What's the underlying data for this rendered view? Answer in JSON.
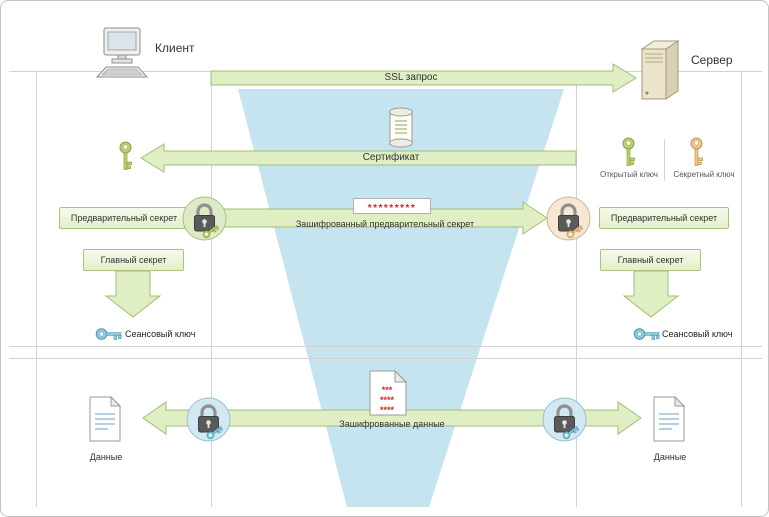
{
  "diagram": {
    "client_label": "Клиент",
    "server_label": "Сервер",
    "arrows": {
      "ssl_request": "SSL запрос",
      "certificate": "Сертификат",
      "encrypted_premaster": "Зашифрованный предварительный секрет",
      "encrypted_data": "Зашифрованные данные"
    },
    "key_labels": {
      "public_key": "Открытый ключ",
      "secret_key": "Секретный ключ",
      "session_key_left": "Сеансовый ключ",
      "session_key_right": "Сеансовый ключ"
    },
    "boxes": {
      "premaster_left": "Предварительный секрет",
      "premaster_right": "Предварительный секрет",
      "master_left": "Главный секрет",
      "master_right": "Главный секрет"
    },
    "cipher": {
      "premaster_stars": "*********",
      "doc_line1": "***",
      "doc_line2": "****",
      "doc_line3": "****"
    },
    "documents": {
      "data_left": "Данные",
      "data_right": "Данные"
    }
  },
  "colors": {
    "arrow_fill": "#dfeec3",
    "arrow_stroke": "#a2bd74",
    "funnel_fill": "#c5e4f0",
    "box_fill": "#ebf4d8",
    "box_stroke": "#abc47f",
    "cipher_red": "#e02020",
    "grid_line": "#d2d2d2"
  }
}
